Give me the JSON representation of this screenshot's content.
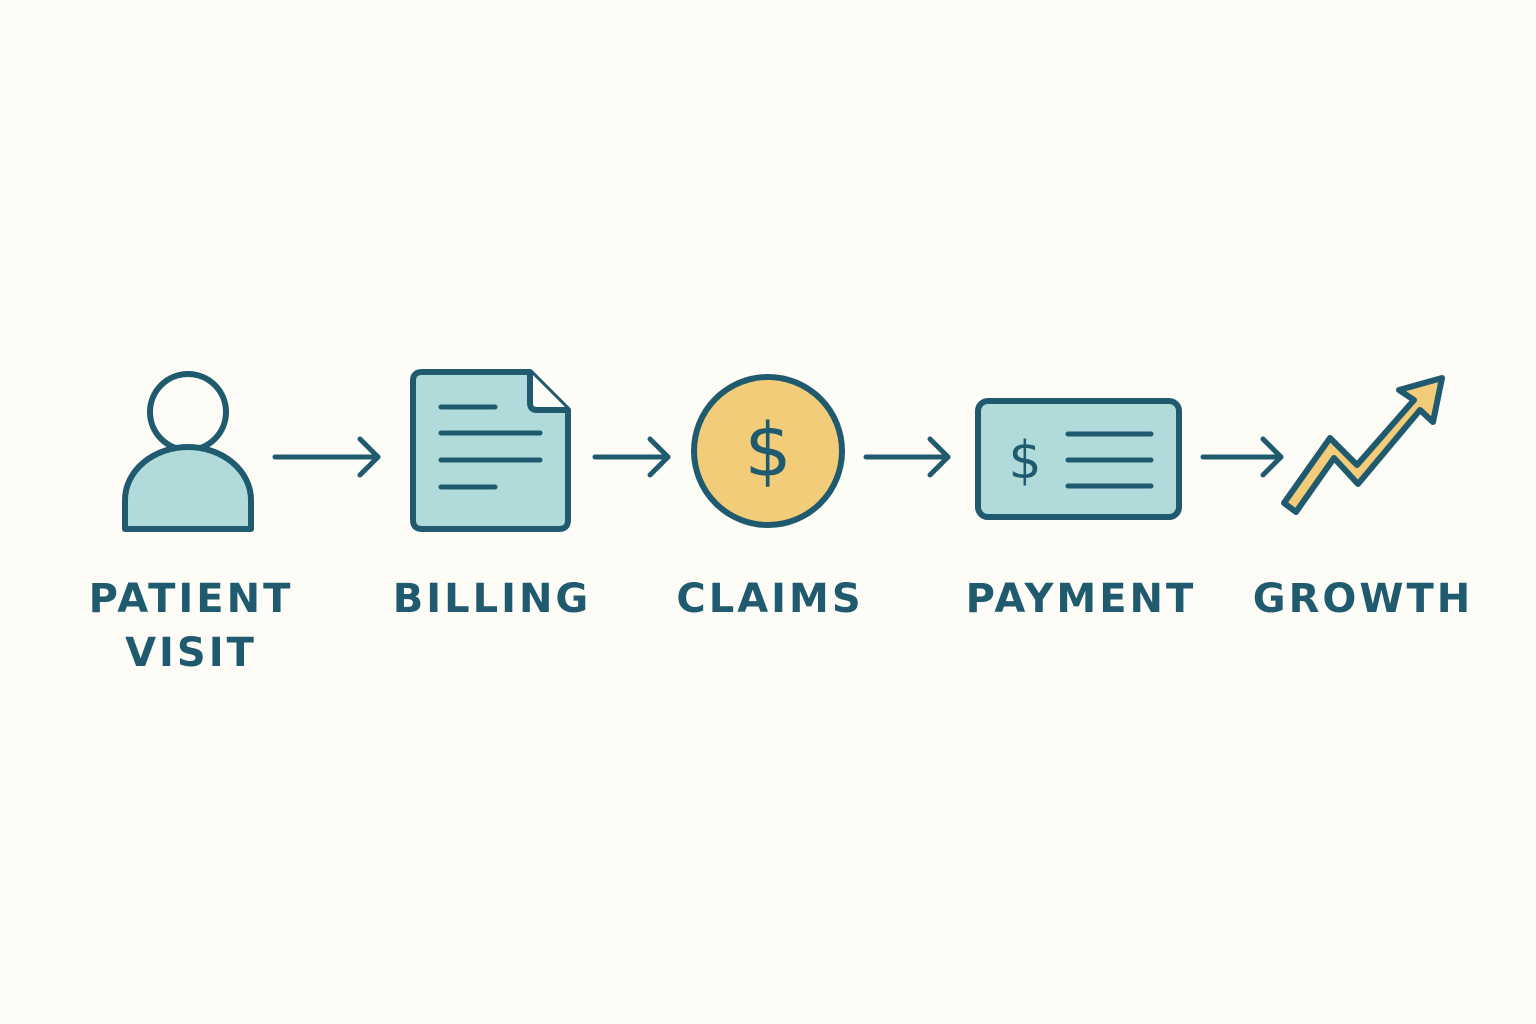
{
  "colors": {
    "background": "#fdfcf7",
    "stroke": "#1f5a6f",
    "teal_fill": "#b1dbdb",
    "gold_fill": "#f2cc78"
  },
  "steps": [
    {
      "label_line1": "PATIENT",
      "label_line2": "VISIT",
      "icon": "person-icon"
    },
    {
      "label_line1": "BILLING",
      "label_line2": "",
      "icon": "document-icon"
    },
    {
      "label_line1": "CLAIMS",
      "label_line2": "",
      "icon": "dollar-coin-icon"
    },
    {
      "label_line1": "PAYMENT",
      "label_line2": "",
      "icon": "check-card-icon"
    },
    {
      "label_line1": "GROWTH",
      "label_line2": "",
      "icon": "trend-up-arrow-icon"
    }
  ],
  "icon_text": {
    "coin_symbol": "$",
    "card_symbol": "$"
  }
}
